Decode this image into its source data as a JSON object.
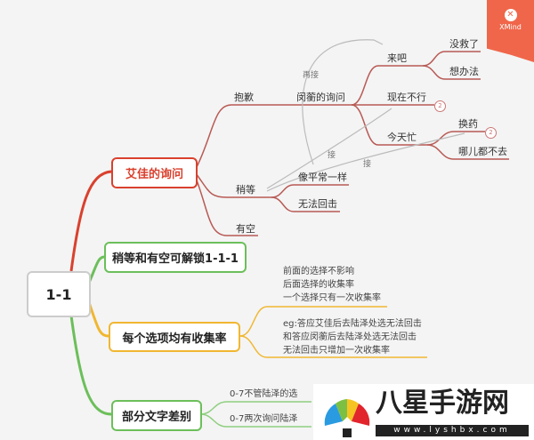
{
  "root": "1-1",
  "branches": {
    "b1": {
      "label": "艾佳的询问",
      "color": "#d9412e"
    },
    "b2": {
      "label": "稍等和有空可解锁1-1-1",
      "color": "#6cbf5a"
    },
    "b3": {
      "label": "每个选项均有收集率",
      "color": "#f0b731"
    },
    "b4": {
      "label": "部分文字差别",
      "color": "#6cbf5a"
    }
  },
  "b1_nodes": {
    "apology": "抱歉",
    "heng_ask": "闵蘅的询问",
    "come": "来吧",
    "hopeless": "没救了",
    "find_way": "想办法",
    "not_now": "现在不行",
    "busy_today": "今天忙",
    "change_med": "换药",
    "nowhere": "哪儿都不去",
    "wait": "稍等",
    "as_usual": "像平常一样",
    "no_fight": "无法回击",
    "free": "有空",
    "badge1": "2",
    "badge2": "2"
  },
  "link_labels": {
    "reconnect": "再接",
    "connect1": "接",
    "connect2": "接"
  },
  "b3_notes": {
    "line1": "前面的选择不影响",
    "line2": "后面选择的收集率",
    "line3": "一个选择只有一次收集率",
    "line4": "eg:答应艾佳后去陆泽处选无法回击",
    "line5": "和答应闵蘅后去陆泽处选无法回击",
    "line6": "无法回击只增加一次收集率"
  },
  "b4_notes": {
    "line1": "0-7不管陆泽的选",
    "line2": "0-7两次询问陆泽"
  },
  "xmind_badge": {
    "text": "XMind",
    "icon": "close-icon"
  },
  "watermark": {
    "title": "八星手游网",
    "url": "www.lyshbx.com"
  }
}
